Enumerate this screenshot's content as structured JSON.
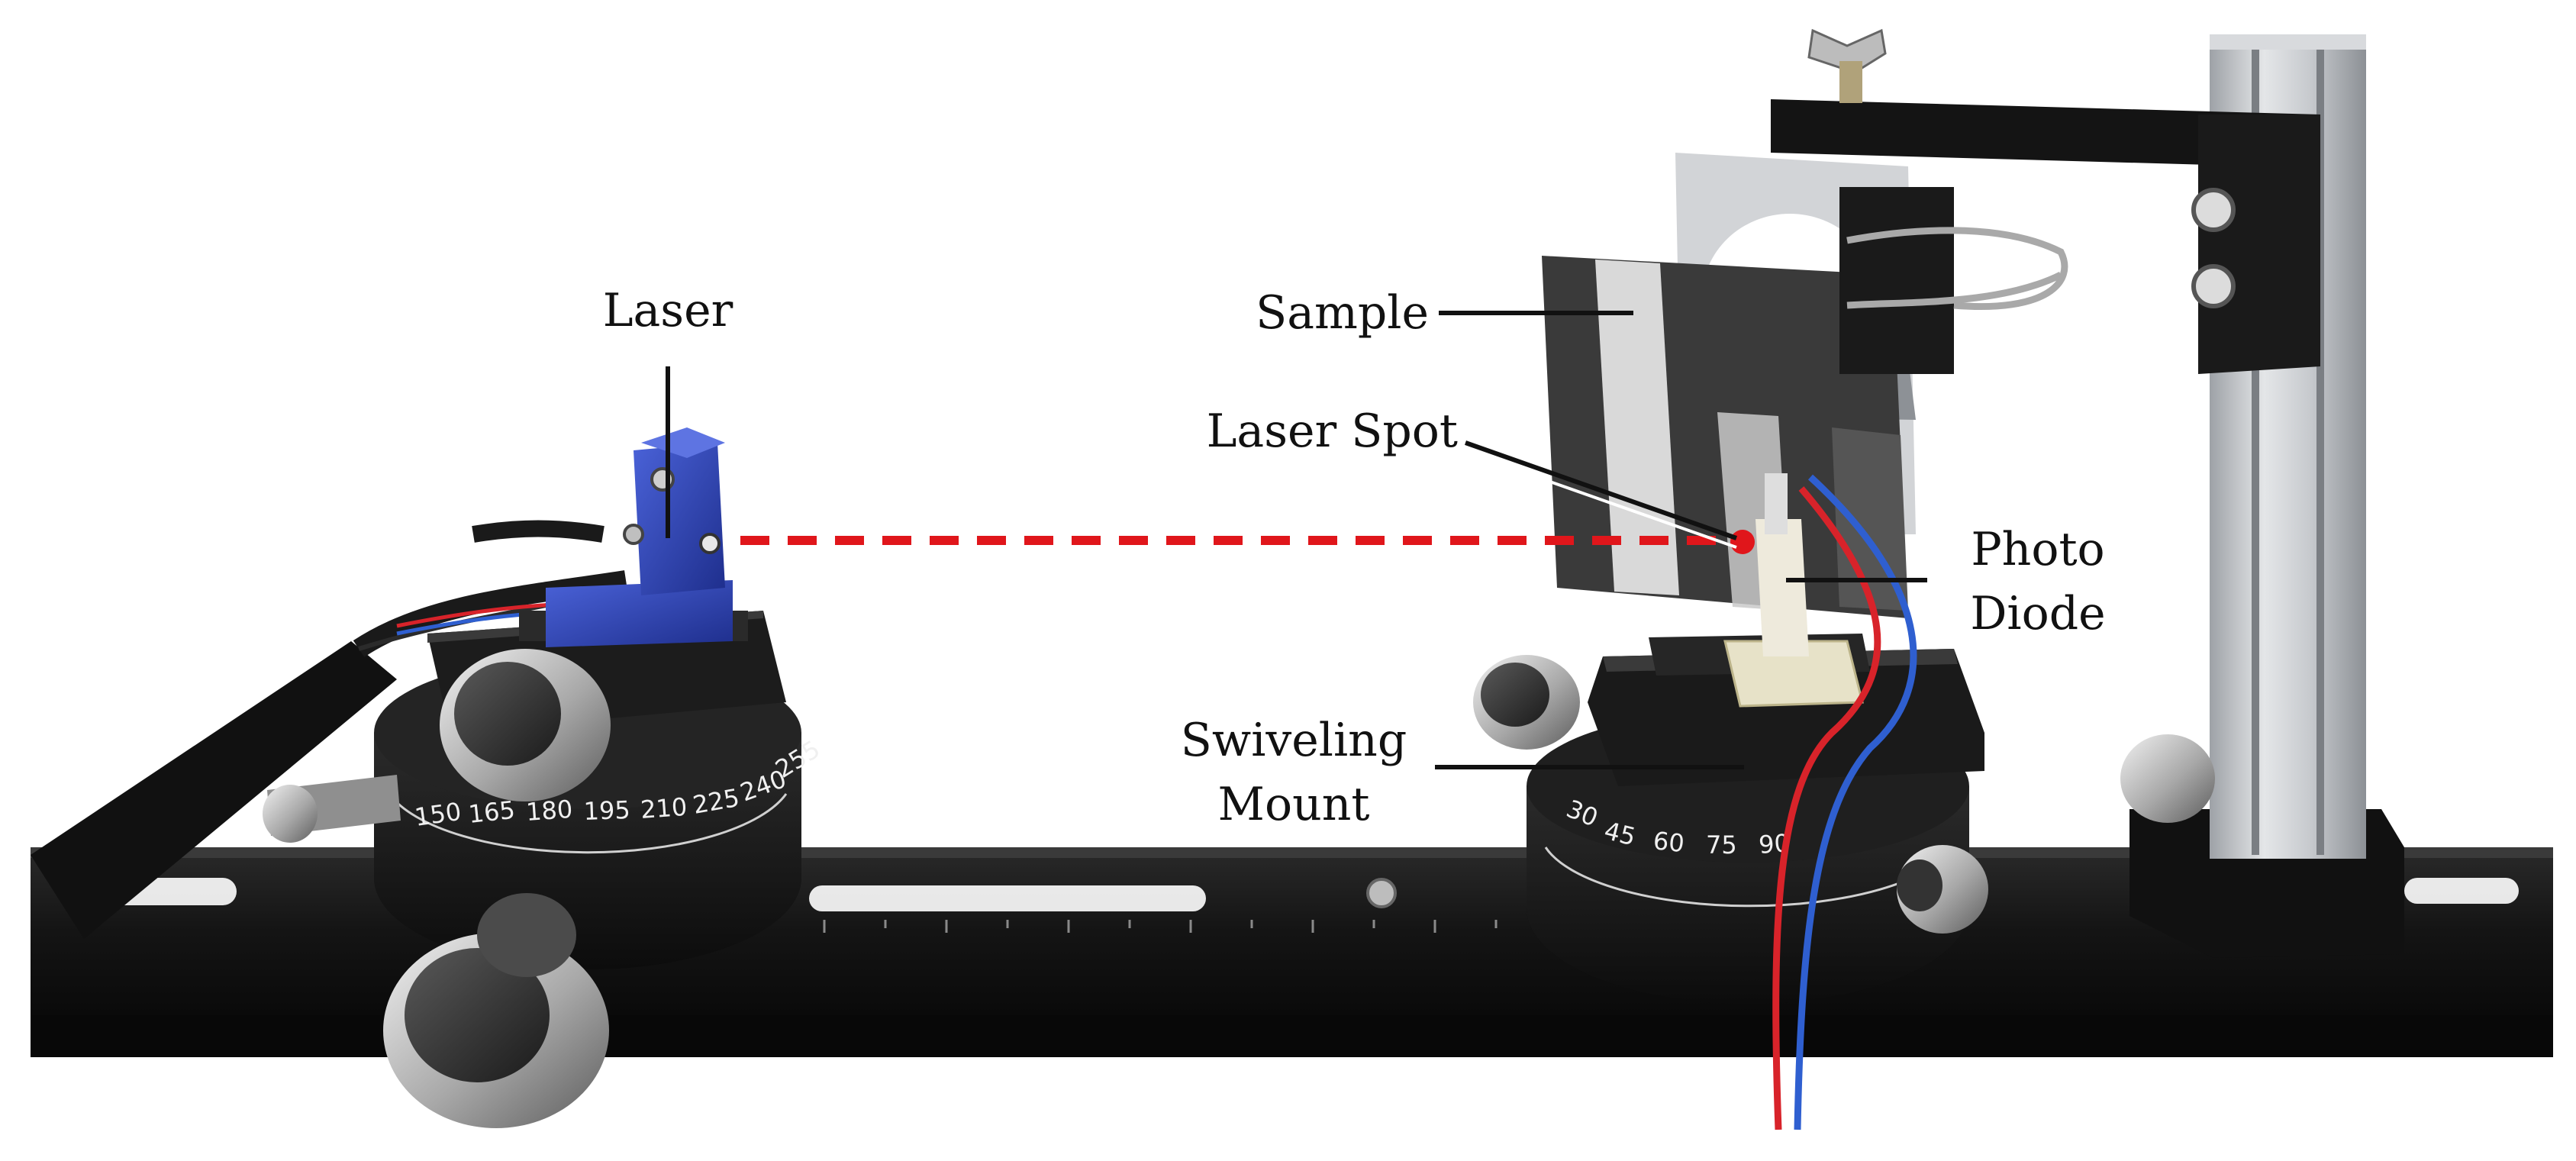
{
  "labels": {
    "laser": "Laser",
    "sample": "Sample",
    "laser_spot": "Laser Spot",
    "photo_diode_line1": "Photo",
    "photo_diode_line2": "Diode",
    "swiveling_mount_line1": "Swiveling",
    "swiveling_mount_line2": "Mount"
  },
  "rotation_scale": {
    "left_stage_numbers": [
      "150",
      "165",
      "180",
      "195",
      "210",
      "225",
      "240",
      "255"
    ],
    "right_stage_numbers": [
      "30",
      "45",
      "60",
      "75",
      "90"
    ]
  },
  "colors": {
    "background": "#ffffff",
    "rail": "#121212",
    "laser_housing": "#2f46b8",
    "beam": "#e0161b",
    "sample_dark": "#3a3a3a",
    "sample_light": "#d9d9d9",
    "aluminum": "#c8cbcf",
    "wire_red": "#d8232a",
    "wire_blue": "#2f5fd0",
    "label_text": "#111111",
    "leader_line": "#111111"
  },
  "icons": {
    "knob": "knurled-knob-icon",
    "beam": "dashed-laser-beam",
    "spot": "laser-spot-dot"
  }
}
